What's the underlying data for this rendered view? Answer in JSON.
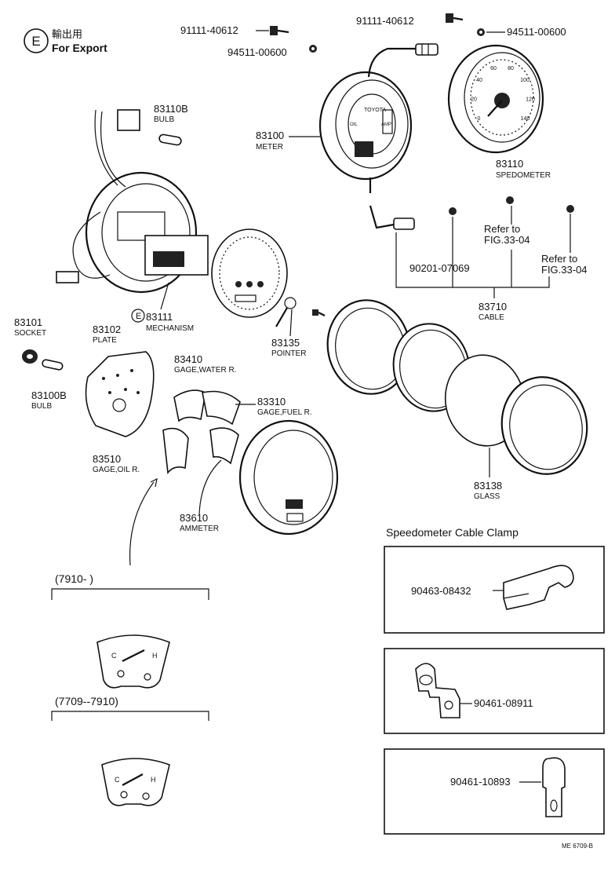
{
  "export_mark": {
    "letter": "E",
    "japanese": "輸出用",
    "english": "For Export"
  },
  "parts": {
    "bolt_top_left": "91111-40612",
    "washer_top_left": "94511-00600",
    "bolt_top_right": "91111-40612",
    "washer_top_right": "94511-00600",
    "bulb_top": {
      "number": "83110B",
      "name": "BULB"
    },
    "meter": {
      "number": "83100",
      "name": "METER"
    },
    "speedometer": {
      "number": "83110",
      "name": "SPEDOMETER"
    },
    "mechanism": {
      "marker": "E",
      "number": "83111",
      "name": "MECHANISM"
    },
    "socket": {
      "number": "83101",
      "name": "SOCKET"
    },
    "plate": {
      "number": "83102",
      "name": "PLATE"
    },
    "bulb_left": {
      "number": "83100B",
      "name": "BULB"
    },
    "gage_water": {
      "number": "83410",
      "name": "GAGE,WATER R."
    },
    "gage_fuel": {
      "number": "83310",
      "name": "GAGE,FUEL R."
    },
    "gage_oil": {
      "number": "83510",
      "name": "GAGE,OIL R."
    },
    "ammeter": {
      "number": "83610",
      "name": "AMMETER"
    },
    "pointer": {
      "number": "83135",
      "name": "POINTER"
    },
    "cable_part": "90201-07069",
    "refer_a": {
      "line1": "Refer to",
      "line2": "FIG.33-04"
    },
    "refer_b": {
      "line1": "Refer to",
      "line2": "FIG.33-04"
    },
    "cable": {
      "number": "83710",
      "name": "CABLE"
    },
    "glass": {
      "number": "83138",
      "name": "GLASS"
    }
  },
  "dial_text": {
    "brand": "TOYOTA",
    "oil": "OIL",
    "amp": "AMP",
    "speed_ticks": [
      "0",
      "20",
      "40",
      "60",
      "80",
      "100",
      "120",
      "140"
    ]
  },
  "variants": [
    {
      "range": "(7910-        )"
    },
    {
      "range": "(7709--7910)"
    }
  ],
  "gauge_marks": {
    "cold": "C",
    "hot": "H"
  },
  "clamp_section": {
    "title": "Speedometer  Cable Clamp",
    "clamps": [
      "90463-08432",
      "90461-08911",
      "90461-10893"
    ]
  },
  "figure_code": "ME  6709-B"
}
